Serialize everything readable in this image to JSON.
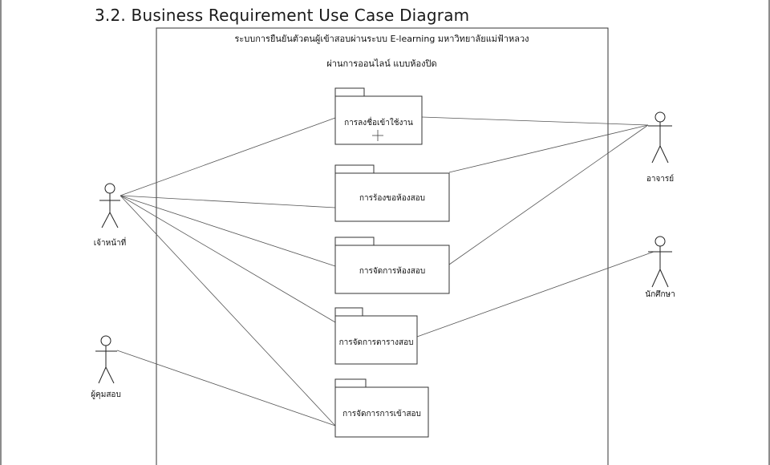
{
  "section_heading": "3.2. Business Requirement Use Case Diagram",
  "system_boundary": {
    "title_line1": "ระบบการยืนยันตัวตนผู้เข้าสอบผ่านระบบ E-learning มหาวิทยาลัยแม่ฟ้าหลวง",
    "title_line2": "ผ่านการออนไลน์ แบบห้องปิด"
  },
  "packages": [
    {
      "id": "p1",
      "label": "การลงชื่อเข้าใช้งาน"
    },
    {
      "id": "p2",
      "label": "การร้องขอห้องสอบ"
    },
    {
      "id": "p3",
      "label": "การจัดการห้องสอบ"
    },
    {
      "id": "p4",
      "label": "การจัดการตารางสอบ"
    },
    {
      "id": "p5",
      "label": "การจัดการการเข้าสอบ"
    }
  ],
  "actors": [
    {
      "id": "officer",
      "label": "เจ้าหน้าที่"
    },
    {
      "id": "proctor",
      "label": "ผู้คุมสอบ"
    },
    {
      "id": "teacher",
      "label": "อาจารย์"
    },
    {
      "id": "student",
      "label": "นักศึกษา"
    }
  ],
  "associations": [
    [
      "officer",
      "p1"
    ],
    [
      "officer",
      "p2"
    ],
    [
      "officer",
      "p3"
    ],
    [
      "officer",
      "p4"
    ],
    [
      "officer",
      "p5"
    ],
    [
      "proctor",
      "p5"
    ],
    [
      "teacher",
      "p1"
    ],
    [
      "teacher",
      "p2"
    ],
    [
      "teacher",
      "p3"
    ],
    [
      "student",
      "p4"
    ]
  ]
}
